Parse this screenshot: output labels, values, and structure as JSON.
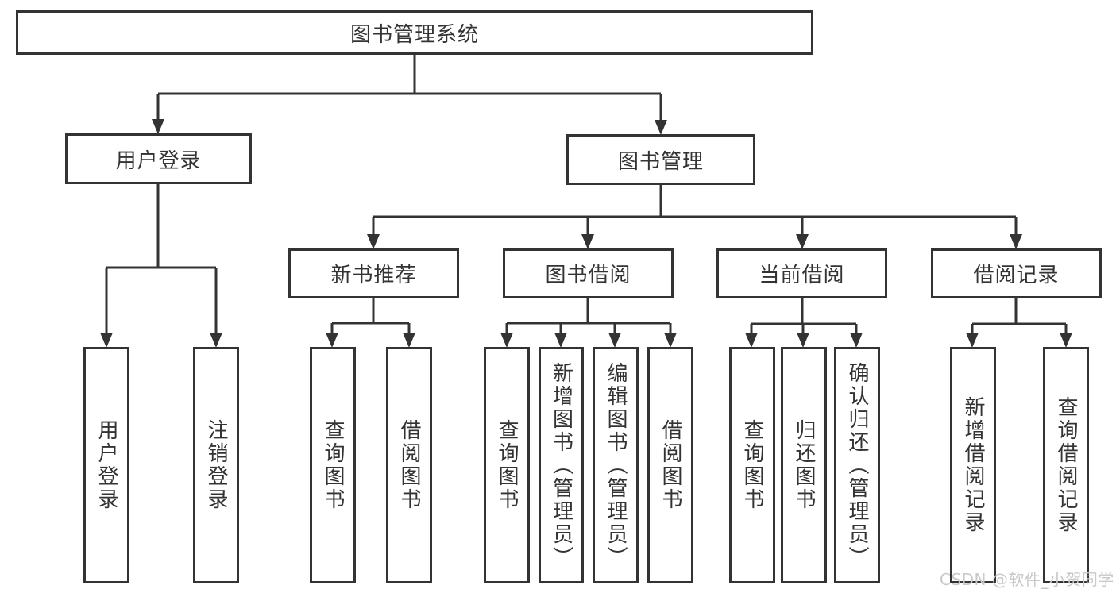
{
  "colors": {
    "line": "#333333",
    "box_border": "#333333",
    "text": "#333333",
    "background": "#ffffff",
    "watermark": "#c9c9c9"
  },
  "nodes": {
    "root": "图书管理系统",
    "userLogin": "用户登录",
    "bookManagement": "图书管理",
    "newBookRecommend": "新书推荐",
    "bookBorrow": "图书借阅",
    "currentBorrow": "当前借阅",
    "borrowRecords": "借阅记录",
    "leafUserLogin": "用户登录",
    "leafLogout": "注销登录",
    "leafQueryBooksRecommend": "查询图书",
    "leafBorrowBooksRecommend": "借阅图书",
    "leafQueryBooksBorrow": "查询图书",
    "leafAddBooks": "新增图书（管理员）",
    "leafEditBooks": "编辑图书（管理员）",
    "leafBorrowBooksBorrow": "借阅图书",
    "leafQueryBooksCurrent": "查询图书",
    "leafReturnBooks": "归还图书",
    "leafConfirmReturn": "确认归还（管理员）",
    "leafAddBorrowRecord": "新增借阅记录",
    "leafQueryBorrowRecord": "查询借阅记录"
  },
  "hierarchy": {
    "图书管理系统": [
      "用户登录",
      "图书管理"
    ],
    "用户登录": [
      "用户登录",
      "注销登录"
    ],
    "图书管理": [
      "新书推荐",
      "图书借阅",
      "当前借阅",
      "借阅记录"
    ],
    "新书推荐": [
      "查询图书",
      "借阅图书"
    ],
    "图书借阅": [
      "查询图书",
      "新增图书（管理员）",
      "编辑图书（管理员）",
      "借阅图书"
    ],
    "当前借阅": [
      "查询图书",
      "归还图书",
      "确认归还（管理员）"
    ],
    "借阅记录": [
      "新增借阅记录",
      "查询借阅记录"
    ]
  },
  "watermark": "CSDN @软件_小贺同学"
}
